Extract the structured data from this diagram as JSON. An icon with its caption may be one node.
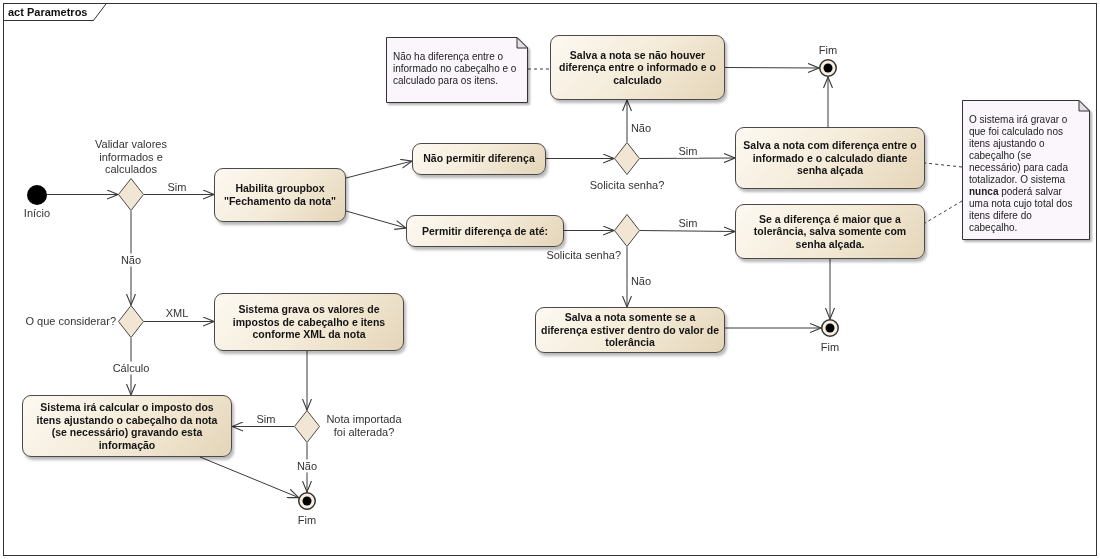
{
  "diagram": {
    "nodes": [
      {
        "text": [
          "act Parametros"
        ]
      },
      {
        "text": [],
        "shape": "circle",
        "beside": [
          "Início"
        ],
        "in": 0
      },
      {
        "text": [],
        "shape": "diamond",
        "beside": [
          "Validar valores informados e calculados"
        ],
        "in": 0
      },
      {
        "text": [
          "Habilita groupbox \"Fechamento da nota\""
        ],
        "in": 0
      },
      {
        "text": [
          "Não permitir diferença"
        ],
        "in": 0
      },
      {
        "text": [
          "Permitir diferença de até:"
        ],
        "in": 0
      },
      {
        "text": [],
        "shape": "diamond",
        "beside": [
          "Solicita senha?"
        ],
        "in": 0
      },
      {
        "text": [],
        "shape": "diamond",
        "beside": [
          "Solicita senha?"
        ],
        "in": 0
      },
      {
        "text": [
          "Salva a nota se não houver diferença entre o informado e o calculado"
        ],
        "in": 0
      },
      {
        "text": [
          "Não ha diferença entre o informado no cabeçalho e o calculado para os itens."
        ],
        "in": 0
      },
      {
        "text": [],
        "shape": "bullseye",
        "beside": [
          "Fim"
        ],
        "in": 0
      },
      {
        "text": [
          "Salva a nota com diferença entre o informado e o calculado diante senha alçada"
        ],
        "in": 0
      },
      {
        "text": [
          "Se a diferença é maior que a tolerância, salva somente com senha alçada."
        ],
        "in": 0
      },
      {
        "text": [
          "O sistema irá gravar o que foi calculado nos itens ajustando o cabeçalho (se necessário) para cada totalizador. O sistema **nunca** poderá salvar uma nota cujo total dos itens difere do cabeçalho."
        ],
        "in": 0
      },
      {
        "text": [
          "Salva a nota somente se a diferença estiver dentro do valor de tolerância"
        ],
        "in": 0
      },
      {
        "text": [],
        "shape": "bullseye",
        "beside": [
          "Fim"
        ],
        "in": 0
      },
      {
        "text": [],
        "shape": "diamond",
        "beside": [
          "O que considerar?"
        ],
        "in": 0
      },
      {
        "text": [
          "Sistema grava os valores de impostos de cabeçalho e itens conforme XML da nota"
        ],
        "in": 0
      },
      {
        "text": [
          "Sistema irá calcular o imposto dos itens ajustando o cabeçalho da nota (se necessário) gravando esta informação"
        ],
        "in": 0
      },
      {
        "text": [],
        "shape": "diamond",
        "beside": [
          "Nota importada foi alterada?"
        ],
        "in": 0
      },
      {
        "text": [],
        "shape": "bullseye",
        "beside": [
          "Fim"
        ],
        "in": 0
      }
    ],
    "edges": [
      {
        "from": 1,
        "to": 2,
        "arrow": "to"
      },
      {
        "from": 2,
        "to": 3,
        "arrow": "to",
        "label": "Sim"
      },
      {
        "from": 2,
        "to": 16,
        "arrow": "to",
        "label": "Não"
      },
      {
        "from": 3,
        "to": 4,
        "arrow": "to"
      },
      {
        "from": 3,
        "to": 5,
        "arrow": "to"
      },
      {
        "from": 4,
        "to": 6,
        "arrow": "to"
      },
      {
        "from": 6,
        "to": 8,
        "arrow": "to",
        "label": "Não"
      },
      {
        "from": 6,
        "to": 11,
        "arrow": "to",
        "label": "Sim"
      },
      {
        "from": 8,
        "to": 10,
        "arrow": "to"
      },
      {
        "from": 11,
        "to": 10,
        "arrow": "to"
      },
      {
        "from": 9,
        "to": 8,
        "arrow": "none",
        "style": "dashed"
      },
      {
        "from": 13,
        "to": 11,
        "arrow": "none",
        "style": "dashed"
      },
      {
        "from": 13,
        "to": 12,
        "arrow": "none",
        "style": "dashed"
      },
      {
        "from": 5,
        "to": 7,
        "arrow": "to"
      },
      {
        "from": 7,
        "to": 12,
        "arrow": "to",
        "label": "Sim"
      },
      {
        "from": 7,
        "to": 14,
        "arrow": "to",
        "label": "Não"
      },
      {
        "from": 12,
        "to": 15,
        "arrow": "to"
      },
      {
        "from": 14,
        "to": 15,
        "arrow": "to"
      },
      {
        "from": 16,
        "to": 17,
        "arrow": "to",
        "label": "XML"
      },
      {
        "from": 16,
        "to": 18,
        "arrow": "to",
        "label": "Cálculo"
      },
      {
        "from": 17,
        "to": 19,
        "arrow": "to"
      },
      {
        "from": 19,
        "to": 18,
        "arrow": "to",
        "label": "Sim"
      },
      {
        "from": 19,
        "to": 20,
        "arrow": "to",
        "label": "Não"
      },
      {
        "from": 18,
        "to": 20,
        "arrow": "to"
      }
    ]
  }
}
